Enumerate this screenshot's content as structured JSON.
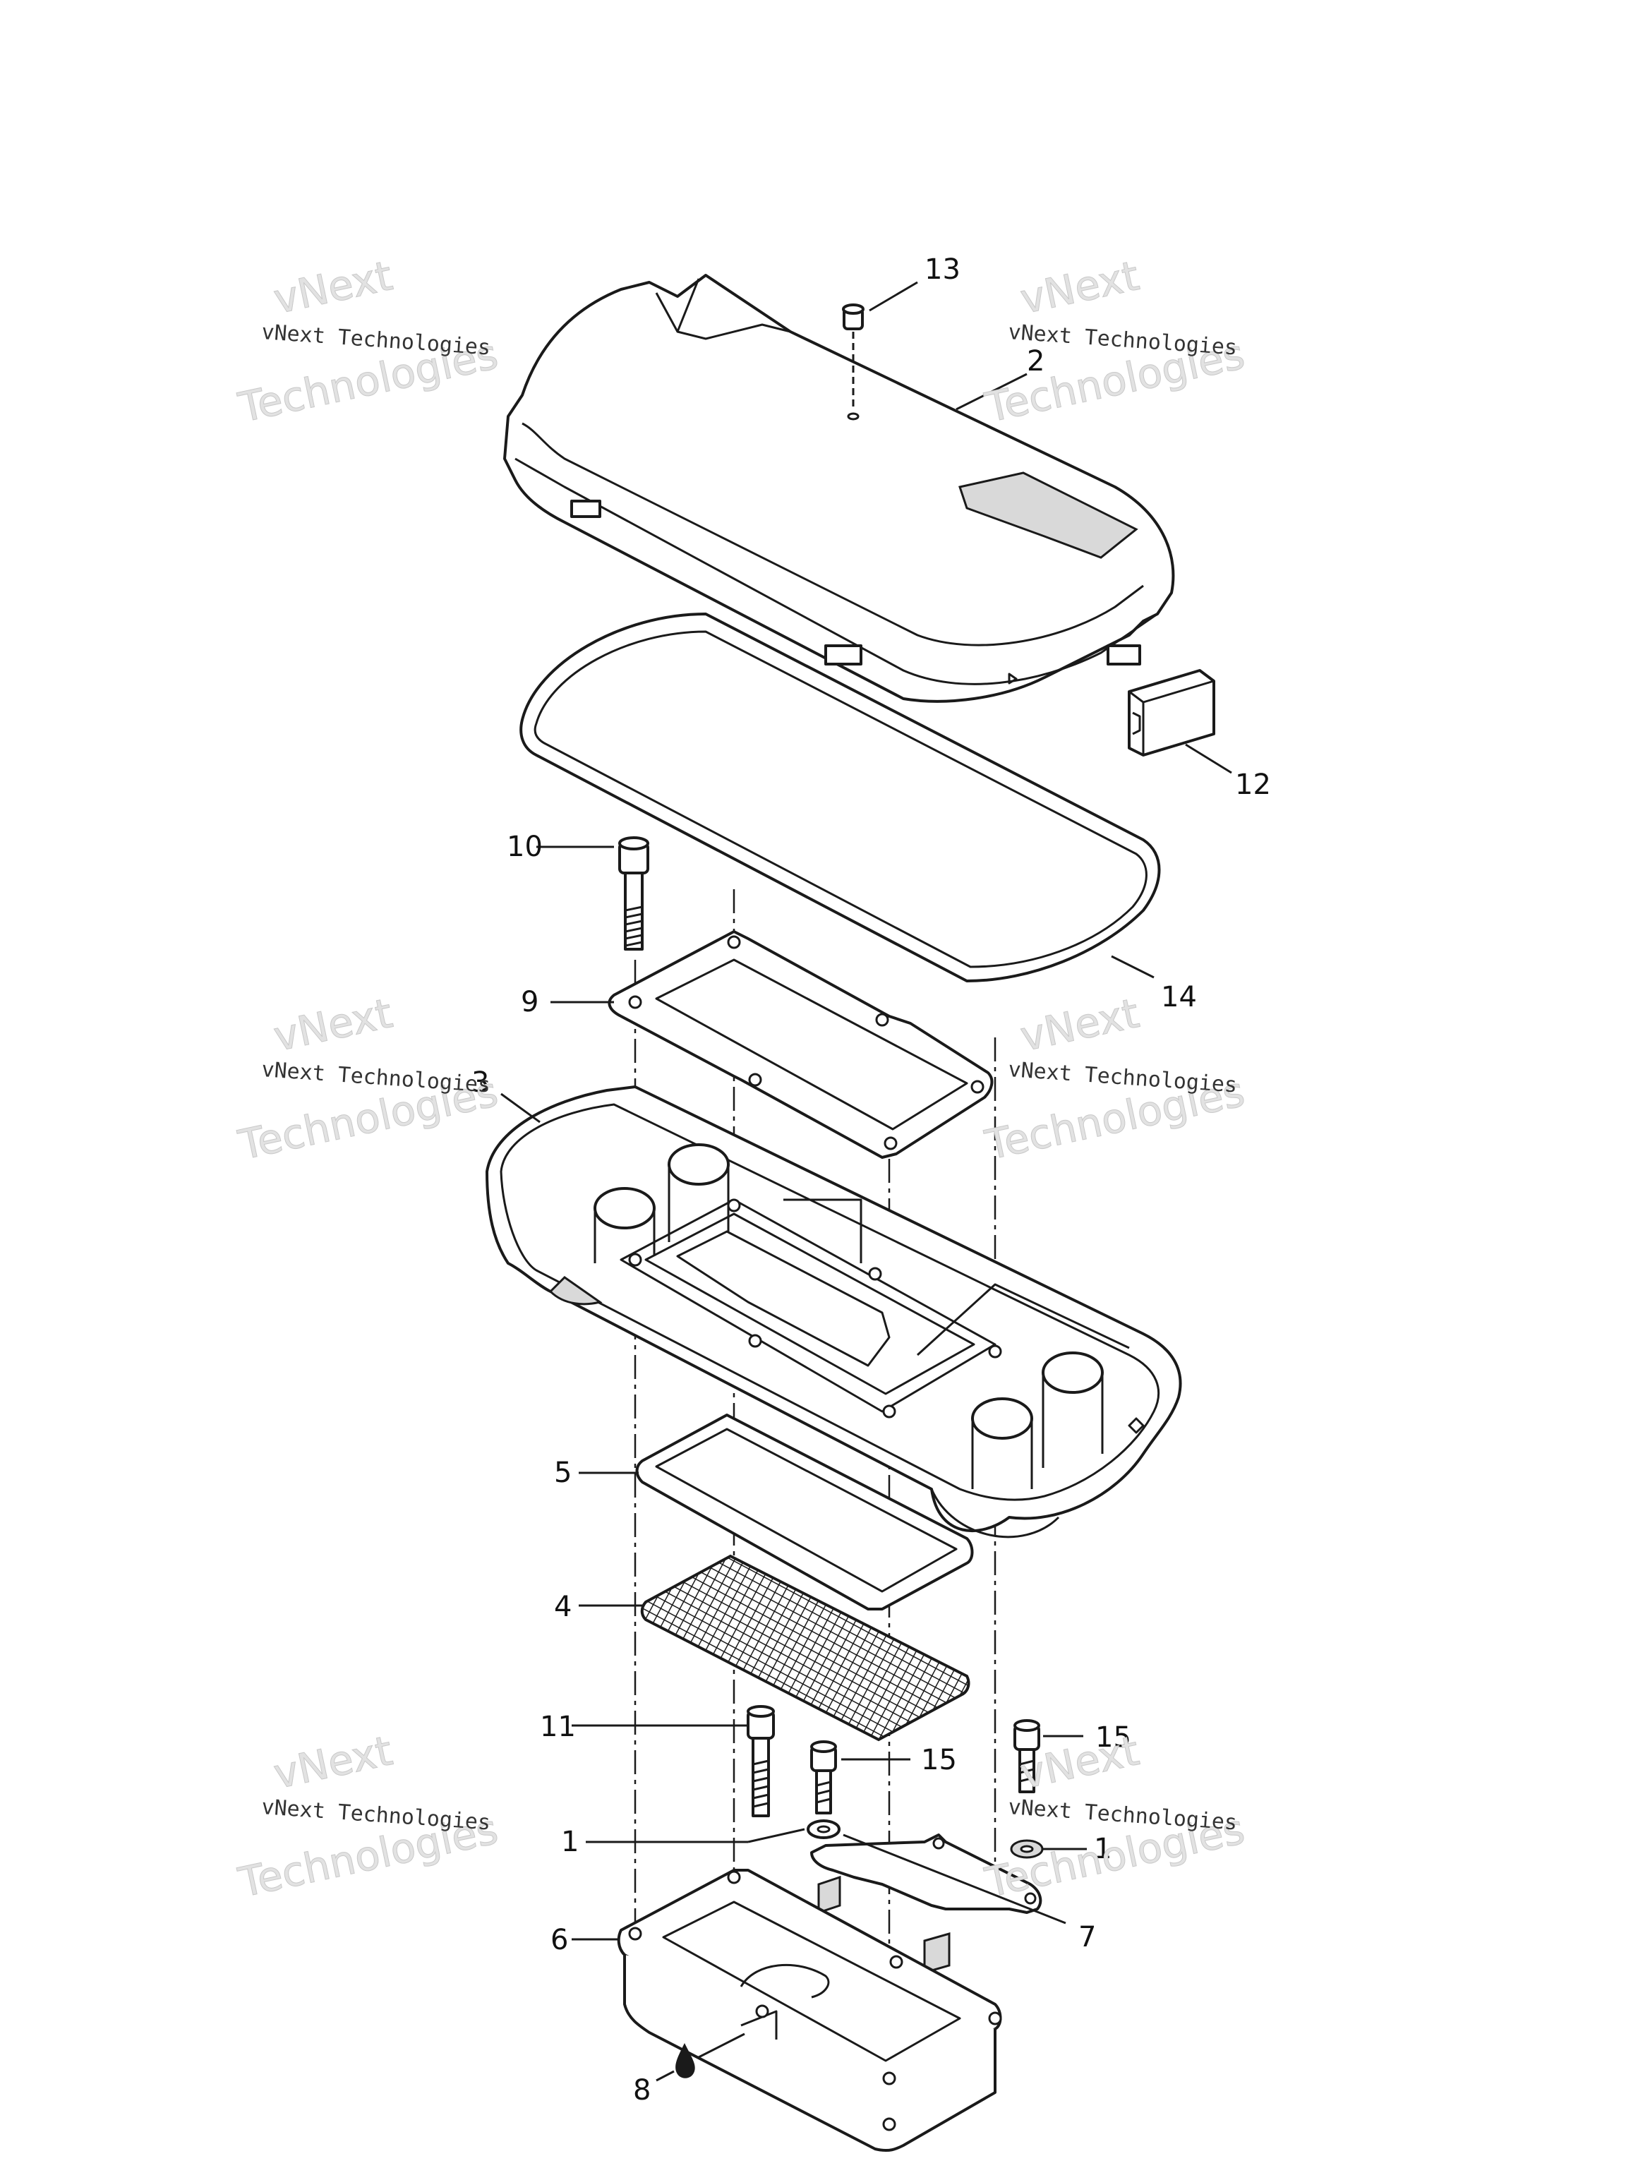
{
  "diagram": {
    "callouts": [
      {
        "id": "c13",
        "label": "13"
      },
      {
        "id": "c2",
        "label": "2"
      },
      {
        "id": "c12",
        "label": "12"
      },
      {
        "id": "c10",
        "label": "10"
      },
      {
        "id": "c9",
        "label": "9"
      },
      {
        "id": "c14",
        "label": "14"
      },
      {
        "id": "c3",
        "label": "3"
      },
      {
        "id": "c5",
        "label": "5"
      },
      {
        "id": "c4",
        "label": "4"
      },
      {
        "id": "c11",
        "label": "11"
      },
      {
        "id": "c15a",
        "label": "15"
      },
      {
        "id": "c15b",
        "label": "15"
      },
      {
        "id": "c1a",
        "label": "1"
      },
      {
        "id": "c1b",
        "label": "1"
      },
      {
        "id": "c7",
        "label": "7"
      },
      {
        "id": "c6",
        "label": "6"
      },
      {
        "id": "c8",
        "label": "8"
      }
    ],
    "watermark": {
      "line1": "vNext Technologies",
      "line2": "vNext",
      "line3": "Technologies"
    },
    "colors": {
      "line": "#1a1a1a",
      "shade": "#d9d9d9",
      "watermark": "#c9c9c9"
    }
  }
}
